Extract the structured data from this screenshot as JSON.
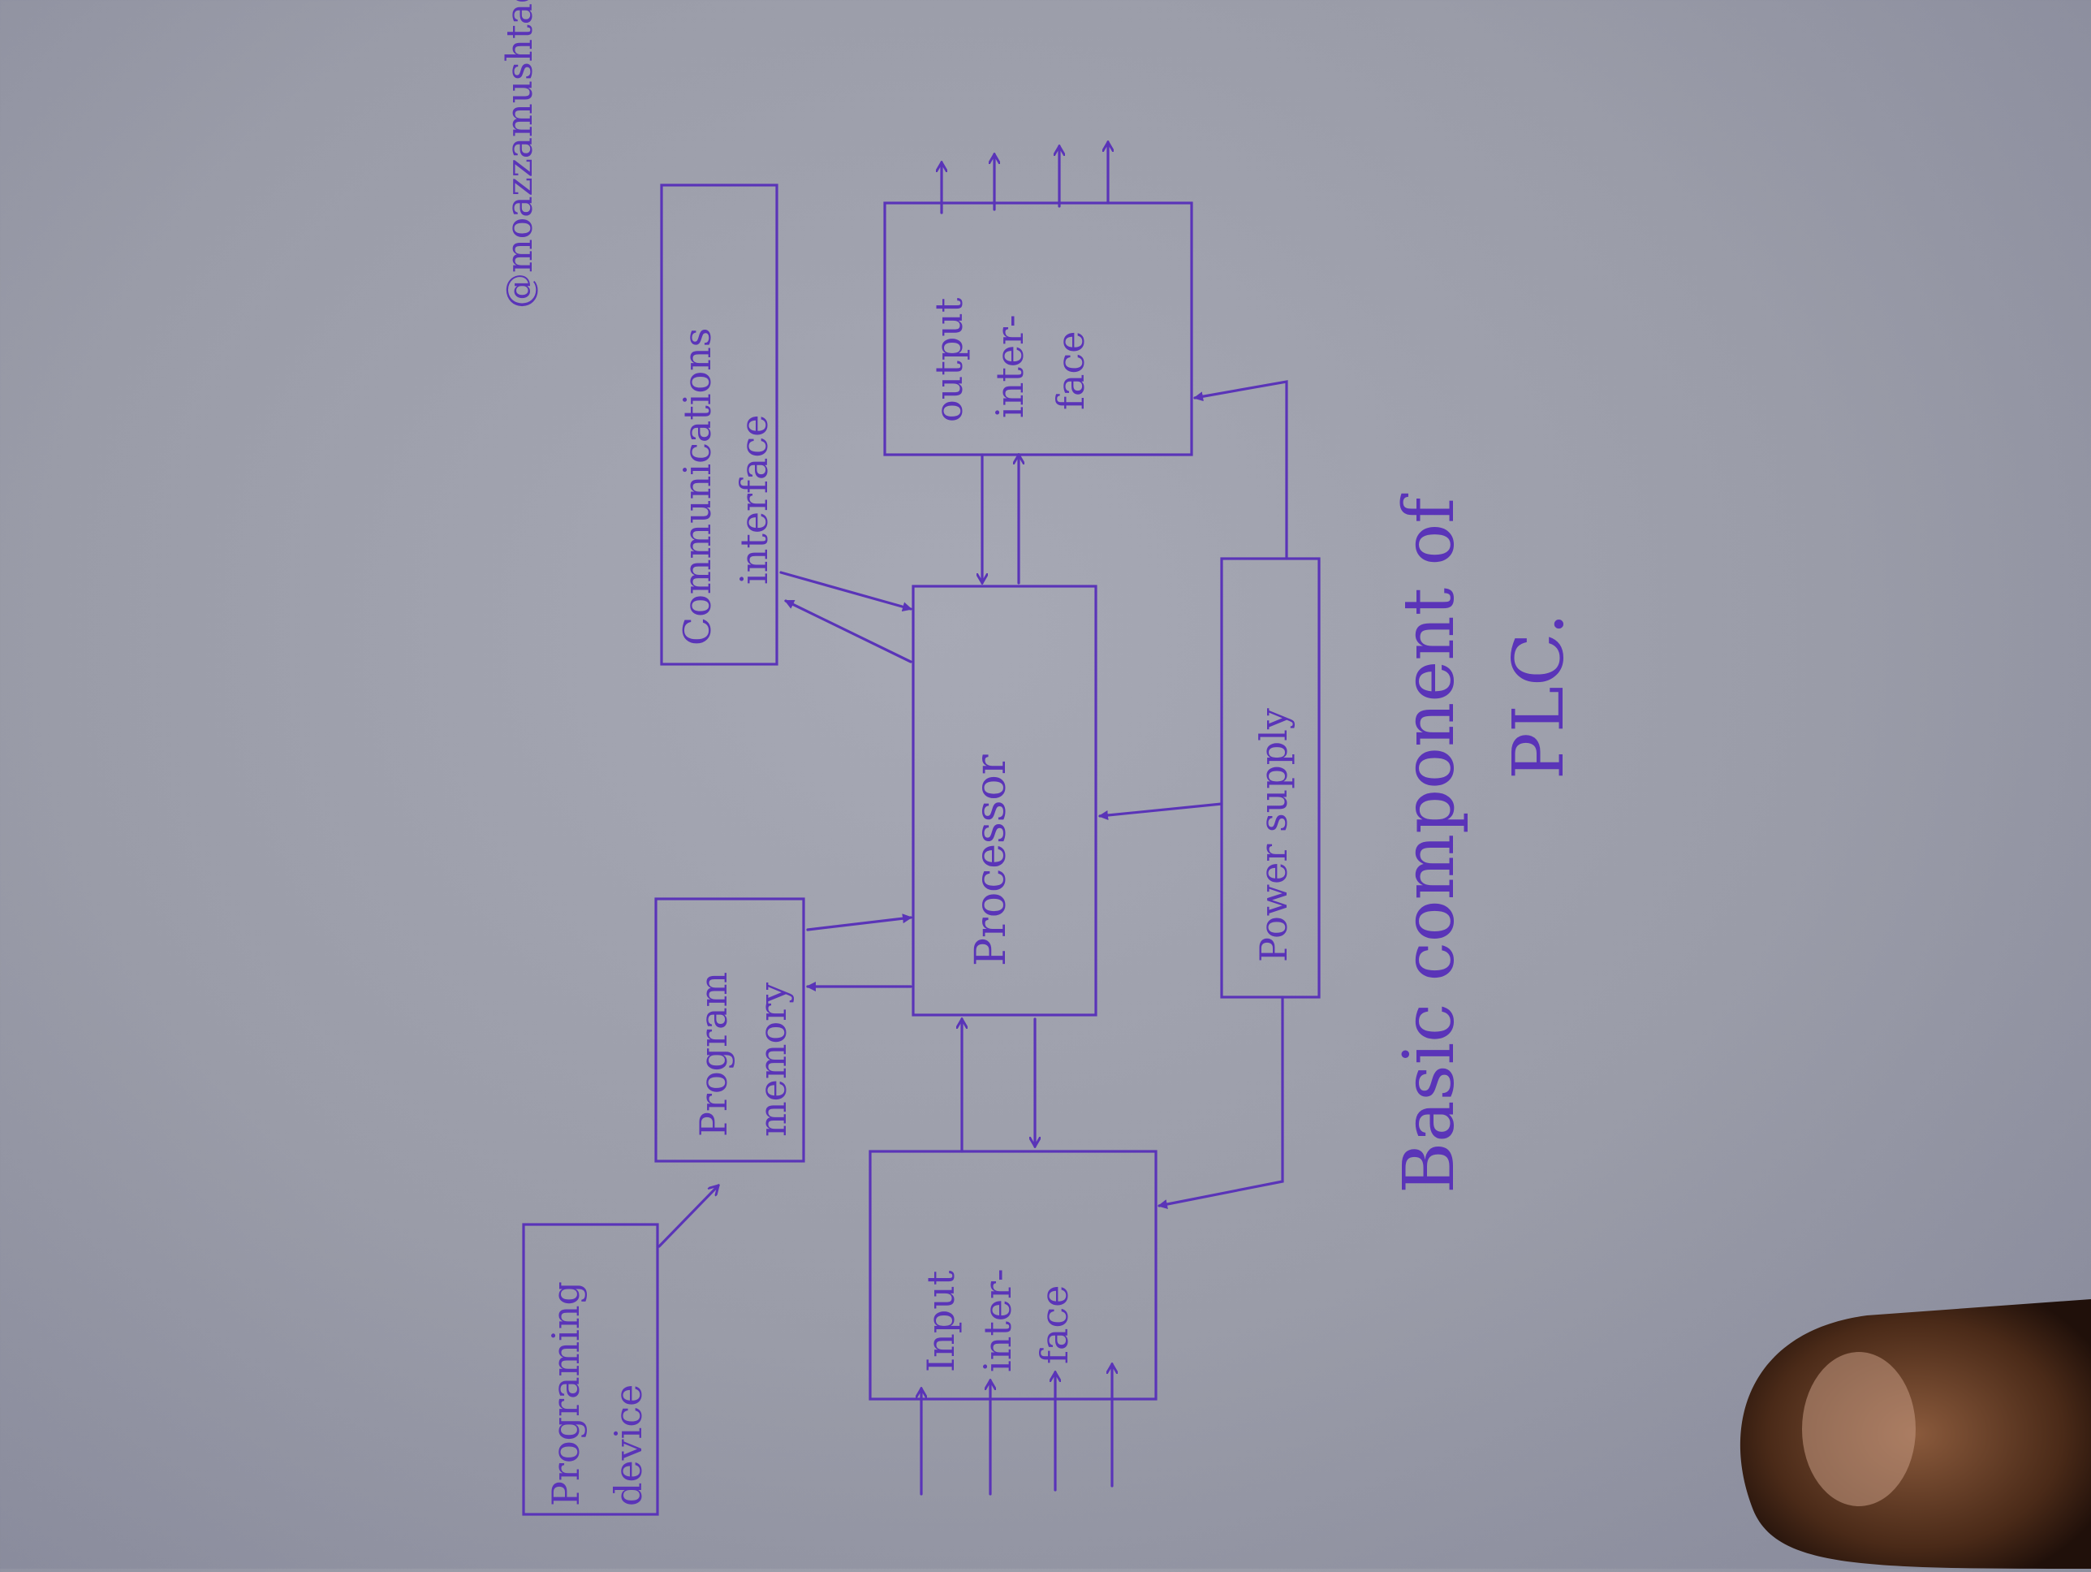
{
  "watermark": "@moazzamushtaq",
  "blocks": {
    "programming_device": [
      "Programing",
      "device"
    ],
    "program_memory": [
      "Program",
      "memory"
    ],
    "communications_interface": [
      "Communications",
      "interface"
    ],
    "processor": [
      "Processor"
    ],
    "input_interface": [
      "Input",
      "inter-",
      "face"
    ],
    "output_interface": [
      "output",
      "inter-",
      "face"
    ],
    "power_supply": [
      "Power supply"
    ]
  },
  "title": [
    "Basic component of",
    "PLC."
  ],
  "colors": {
    "ink": "#5a34b8",
    "paper": "#a7a9b5"
  }
}
